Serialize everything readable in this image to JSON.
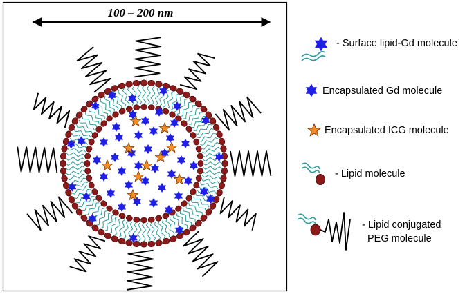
{
  "diagram": {
    "size_label": "100 – 200 nm"
  },
  "legend": {
    "surface_gd": "- Surface lipid-Gd molecule",
    "encapsulated_gd": "Encapsulated Gd molecule",
    "encapsulated_icg": "Encapsulated ICG molecule",
    "lipid": "- Lipid molecule",
    "peg_line1": "- Lipid conjugated",
    "peg_line2": "PEG molecule"
  },
  "colors": {
    "gd_blue": "#1f1fe6",
    "icg_orange": "#f28c28",
    "lipid_head": "#8b1a1a",
    "lipid_tail": "#2a9d9d",
    "peg_line": "#000000"
  },
  "icons": {
    "gd": "blue-hexagram-icon",
    "icg": "orange-star-icon",
    "lipid": "lipid-molecule-icon",
    "peg": "peg-squiggle-icon"
  }
}
